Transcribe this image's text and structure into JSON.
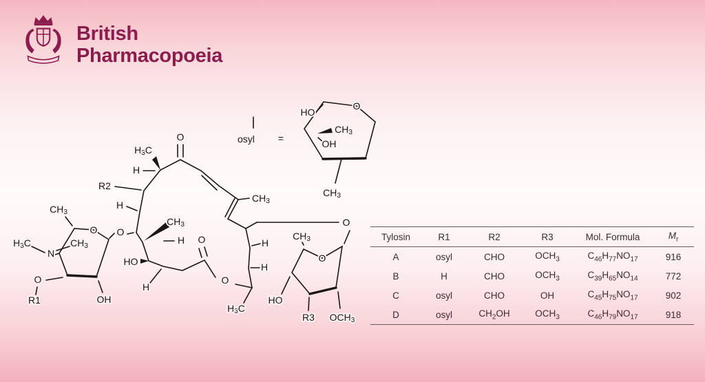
{
  "brand": {
    "line1": "British",
    "line2": "Pharmacopoeia",
    "color": "#8b1c4e",
    "logo": "royal-coat-of-arms"
  },
  "structure": {
    "labels": {
      "osyl": "osyl",
      "equals": "=",
      "osyl_ho": "HO",
      "osyl_ch3_side": "CH3",
      "osyl_oh": "OH",
      "osyl_ring_o": "O",
      "osyl_ch3_bottom": "CH3",
      "ketone_o": "O",
      "h3c_c8": "H3C",
      "h_c8": "H",
      "r2": "R2",
      "h_c6": "H",
      "glyco_o": "O",
      "ch3_c4": "CH3",
      "h_c4": "H",
      "ho_c3": "HO",
      "h_c2": "H",
      "ester_o": "O",
      "lactone_o": "O",
      "h_c15a": "H",
      "h_c15b": "H",
      "h3c_ethyl": "H3C",
      "ch3_c12": "CH3",
      "chain_o": "O",
      "ms_ch3": "CH3",
      "ms_h3c": "H3C",
      "ms_n": "N",
      "ms_n_ch3": "CH3",
      "ms_ring_o": "O",
      "ms_o": "O",
      "ms_r1": "R1",
      "ms_oh": "OH",
      "mn_ch3": "CH3",
      "mn_ring_o": "O",
      "mn_ho": "HO",
      "mn_r3": "R3",
      "mn_och3": "OCH3"
    }
  },
  "table": {
    "headers": {
      "name": "Tylosin",
      "r1": "R1",
      "r2": "R2",
      "r3": "R3",
      "formula": "Mol. Formula",
      "mr_main": "M",
      "mr_sub": "r"
    },
    "rows": [
      {
        "name": "A",
        "r1": "osyl",
        "r2": "CHO",
        "r3": "OCH3",
        "formula": "C46H77NO17",
        "mr": "916"
      },
      {
        "name": "B",
        "r1": "H",
        "r2": "CHO",
        "r3": "OCH3",
        "formula": "C39H65NO14",
        "mr": "772"
      },
      {
        "name": "C",
        "r1": "osyl",
        "r2": "CHO",
        "r3": "OH",
        "formula": "C45H75NO17",
        "mr": "902"
      },
      {
        "name": "D",
        "r1": "osyl",
        "r2": "CH2OH",
        "r3": "OCH3",
        "formula": "C46H79NO17",
        "mr": "918"
      }
    ]
  }
}
